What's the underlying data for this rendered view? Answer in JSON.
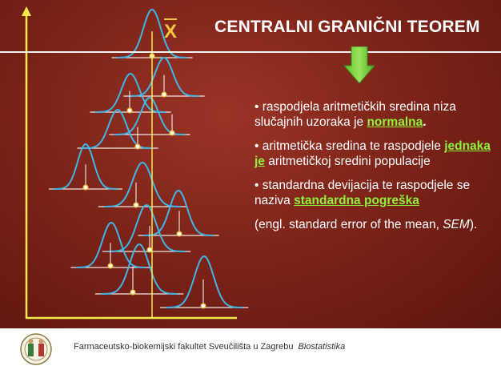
{
  "title": "CENTRALNI GRANIČNI TEOREM",
  "xbar_label": "X",
  "bullets": {
    "b1_text": "• raspodjela aritmetičkih sredina niza slučajnih uzoraka je ",
    "b1_highlight": "normalna",
    "b1_tail": ".",
    "b2_text": "• aritmetička sredina te raspodjele ",
    "b2_highlight": "jednaka je",
    "b2_tail": " aritmetičkoj sredini populacije",
    "b3_text": "• standardna devijacija te raspodjele se naziva ",
    "b3_highlight": "standardna pogreška",
    "note_text": "(engl. standard error of the mean, ",
    "note_italic": "SEM",
    "note_tail": ")."
  },
  "footer": {
    "institution": "Farmaceutsko-biokemijski fakultet Sveučilišta u Zagrebu",
    "course": "Biostatistika"
  },
  "colors": {
    "background": "#7d2418",
    "curve": "#3fb6e8",
    "axis": "#f5e94a",
    "highlight": "#8ff23a",
    "point": "#f5c542"
  },
  "icons": [
    "logo-icon",
    "down-arrow-icon"
  ]
}
